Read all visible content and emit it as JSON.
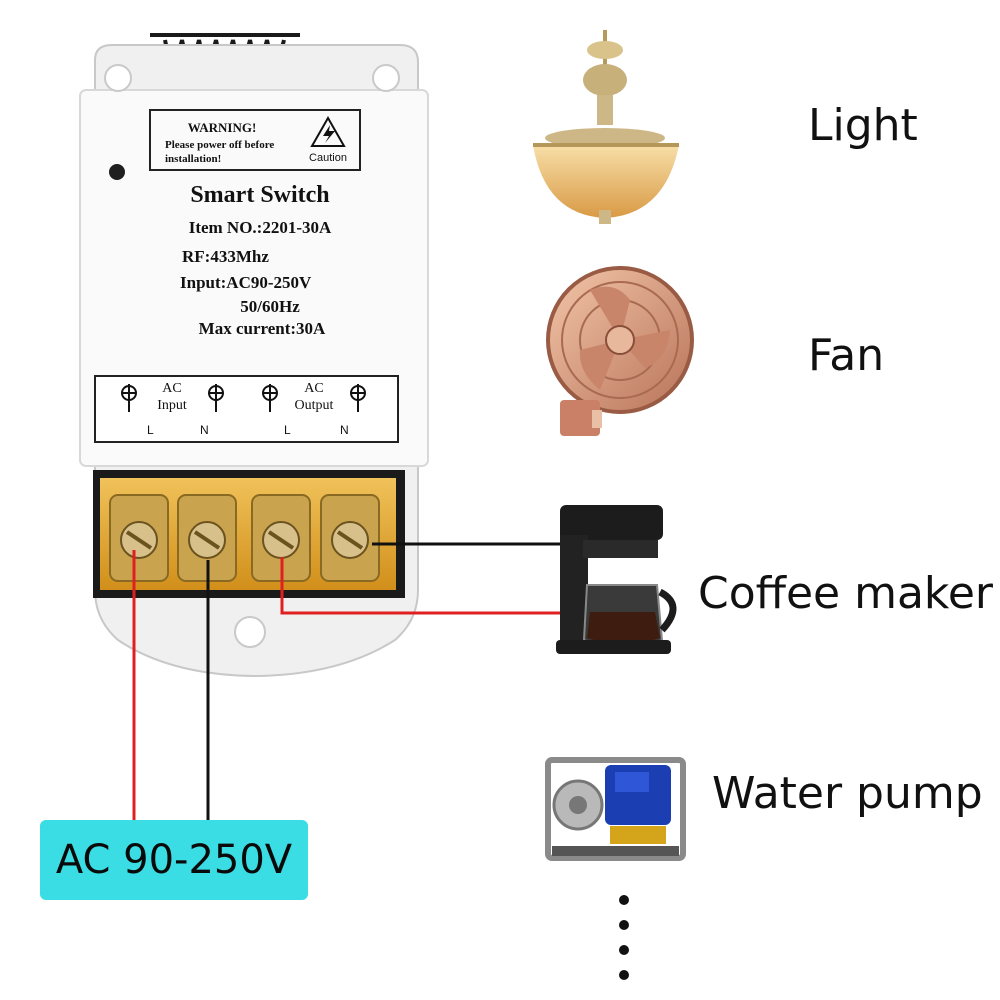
{
  "device": {
    "warning_title": "WARNING!",
    "warning_line1": "Please power off before",
    "warning_line2": "installation!",
    "caution_label": "Caution",
    "name": "Smart Switch",
    "item_no": "Item NO.:2201-30A",
    "rf": "RF:433Mhz",
    "input": "Input:AC90-250V",
    "frequency": "50/60Hz",
    "max_current": "Max current:30A",
    "ac_label_in": "AC",
    "input_label": "Input",
    "ac_label_out": "AC",
    "output_label": "Output",
    "terminal_l1": "L",
    "terminal_n1": "N",
    "terminal_l2": "L",
    "terminal_n2": "N"
  },
  "power_source": {
    "label": "AC 90-250V"
  },
  "appliances": [
    {
      "label": "Light",
      "icon": "chandelier-icon"
    },
    {
      "label": "Fan",
      "icon": "wall-fan-icon"
    },
    {
      "label": "Coffee maker",
      "icon": "coffee-maker-icon"
    },
    {
      "label": "Water pump",
      "icon": "water-pump-icon"
    }
  ],
  "colors": {
    "live_wire": "#e02020",
    "neutral_wire": "#111111",
    "badge": "#39dde3",
    "terminal_block": "#e0a420"
  }
}
